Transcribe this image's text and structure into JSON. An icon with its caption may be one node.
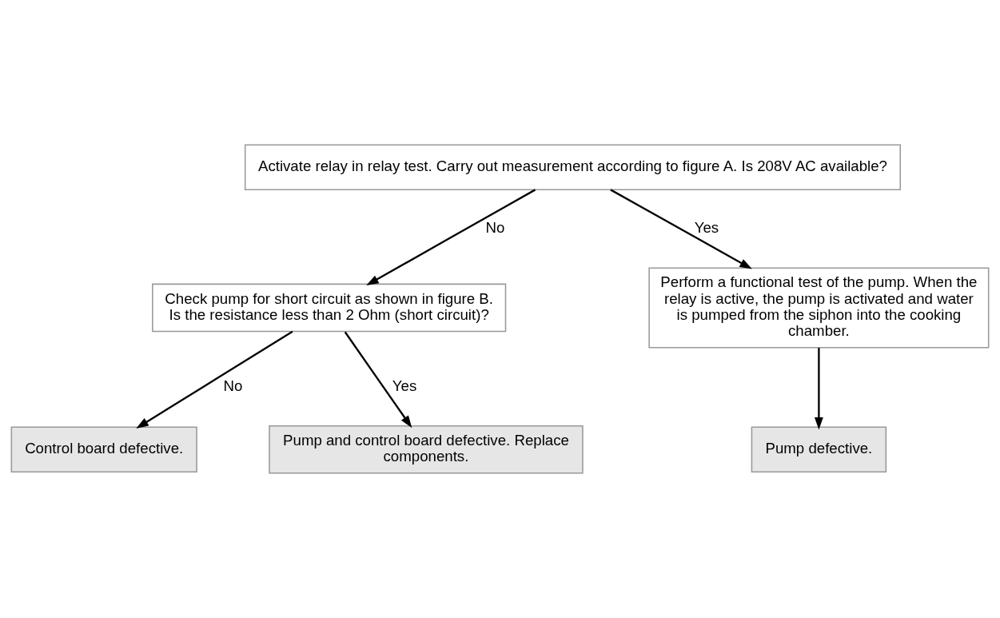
{
  "diagram": {
    "nodes": [
      {
        "text": [
          "Activate relay in relay test. Carry out measurement according to figure A. Is 208V AC available?"
        ]
      },
      {
        "text": [
          "Perform a functional test of the pump. When the relay is active, the pump is activated and water is pumped from the siphon into the cooking chamber."
        ]
      },
      {
        "text": [
          "Check pump for short circuit as shown in figure B. Is the resistance less than 2 Ohm (short circuit)?"
        ]
      },
      {
        "text": [
          "Pump defective."
        ]
      },
      {
        "text": [
          "Control board defective."
        ]
      },
      {
        "text": [
          "Pump and control board defective. Replace components."
        ]
      }
    ],
    "edges": [
      {
        "from": 0,
        "to": 1,
        "arrow": "to",
        "label": "Yes"
      },
      {
        "from": 0,
        "to": 2,
        "arrow": "to",
        "label": "No"
      },
      {
        "from": 1,
        "to": 3,
        "arrow": "to"
      },
      {
        "from": 2,
        "to": 4,
        "arrow": "to",
        "label": "No"
      },
      {
        "from": 2,
        "to": 5,
        "arrow": "to",
        "label": "Yes"
      }
    ]
  }
}
